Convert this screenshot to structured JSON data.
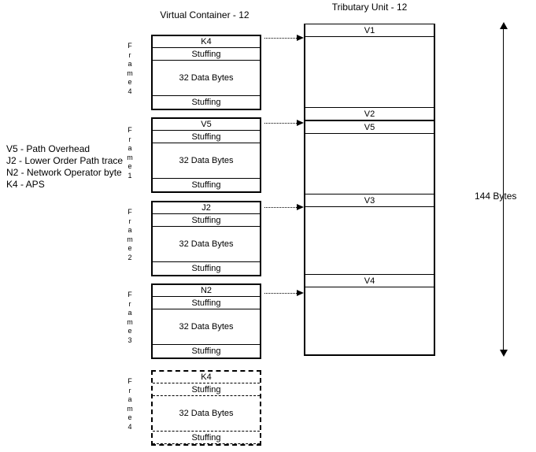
{
  "titles": {
    "virtual_container": "Virtual Container - 12",
    "tributary_unit": "Tributary Unit - 12"
  },
  "legend": {
    "lines": [
      "V5 - Path Overhead",
      "J2 - Lower Order Path trace",
      "N2 - Network Operator byte",
      "K4 - APS"
    ]
  },
  "common": {
    "stuffing": "Stuffing",
    "data_bytes": "32 Data Bytes",
    "frame_word": [
      "F",
      "r",
      "a",
      "m",
      "e"
    ]
  },
  "virtual_container": {
    "frames": [
      {
        "frame_number": "4",
        "overhead_byte": "K4",
        "rows": [
          "K4",
          "Stuffing",
          "32 Data Bytes",
          "Stuffing"
        ],
        "style": "solid"
      },
      {
        "frame_number": "1",
        "overhead_byte": "V5",
        "rows": [
          "V5",
          "Stuffing",
          "32 Data Bytes",
          "Stuffing"
        ],
        "style": "solid"
      },
      {
        "frame_number": "2",
        "overhead_byte": "J2",
        "rows": [
          "J2",
          "Stuffing",
          "32 Data Bytes",
          "Stuffing"
        ],
        "style": "solid"
      },
      {
        "frame_number": "3",
        "overhead_byte": "N2",
        "rows": [
          "N2",
          "Stuffing",
          "32 Data Bytes",
          "Stuffing"
        ],
        "style": "solid"
      },
      {
        "frame_number": "4",
        "overhead_byte": "K4",
        "rows": [
          "K4",
          "Stuffing",
          "32 Data Bytes",
          "Stuffing"
        ],
        "style": "dashed"
      }
    ]
  },
  "tributary_unit": {
    "pointer_rows": [
      "V1",
      "V2",
      "V5",
      "V3",
      "V4"
    ]
  },
  "dimension": {
    "label": "144 Bytes"
  },
  "colors": {
    "line": "#000000",
    "background": "#ffffff",
    "text": "#000000"
  }
}
